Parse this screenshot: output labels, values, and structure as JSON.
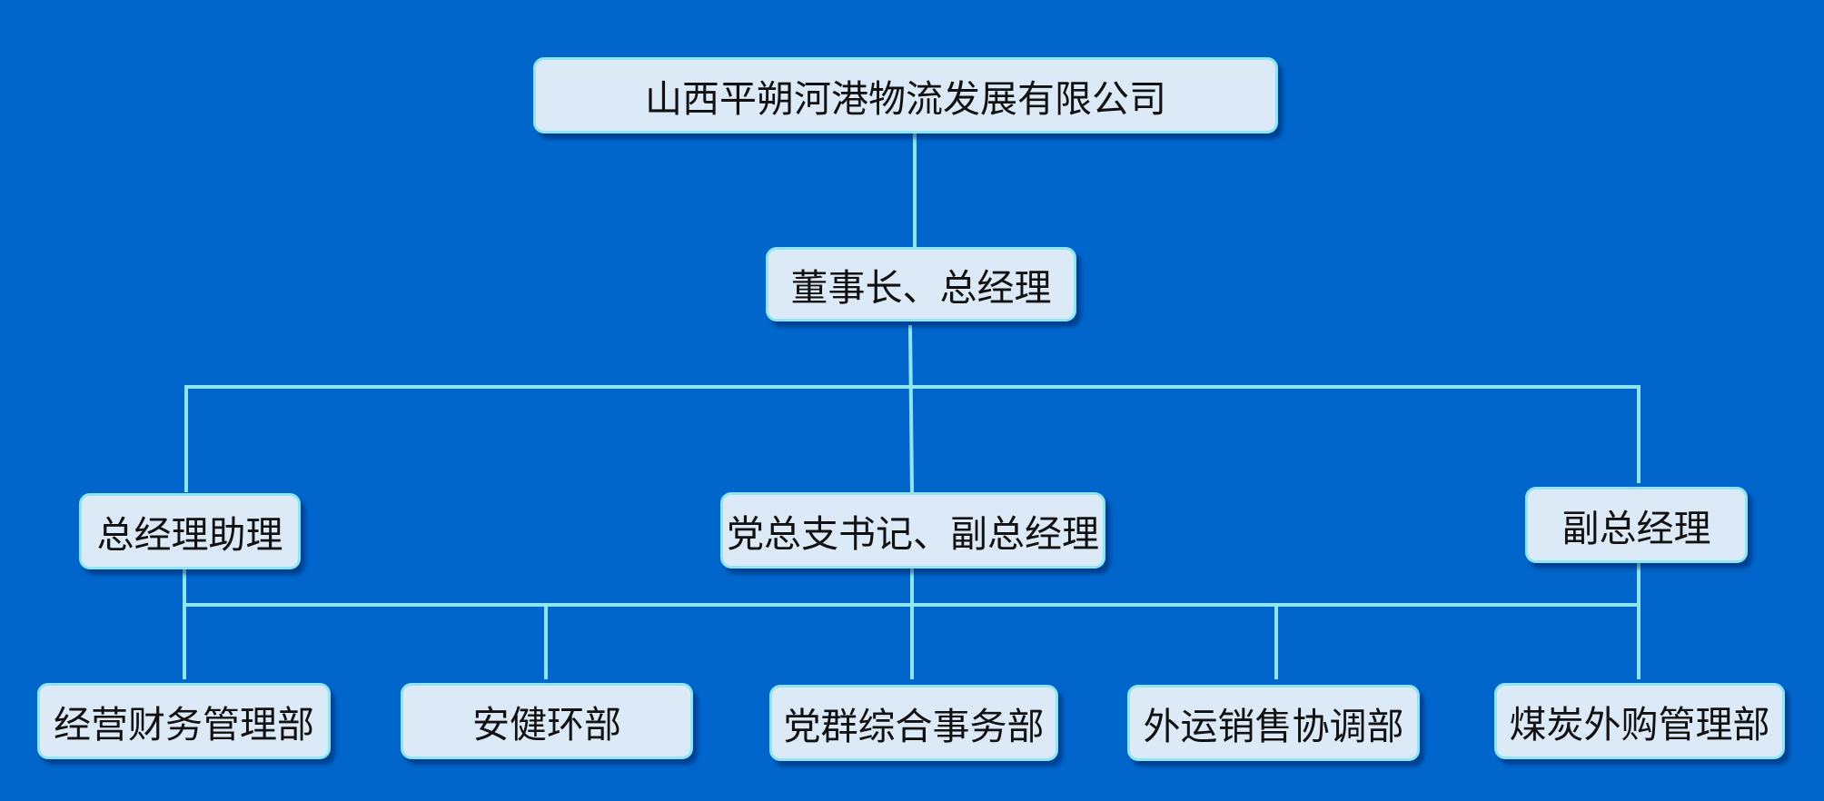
{
  "chart": {
    "root": "山西平朔河港物流发展有限公司",
    "chairman": "董事长、总经理",
    "managers": {
      "assistant": "总经理助理",
      "party_secretary": "党总支书记、副总经理",
      "deputy": "副总经理"
    },
    "departments": {
      "finance": "经营财务管理部",
      "safety": "安健环部",
      "party_affairs": "党群综合事务部",
      "sales": "外运销售协调部",
      "coal_purchase": "煤炭外购管理部"
    }
  },
  "colors": {
    "background": "#0066cc",
    "node_fill": "#dceaf8",
    "node_border": "#8fe6f0",
    "connector": "#8fe6f0",
    "text": "#111111"
  }
}
